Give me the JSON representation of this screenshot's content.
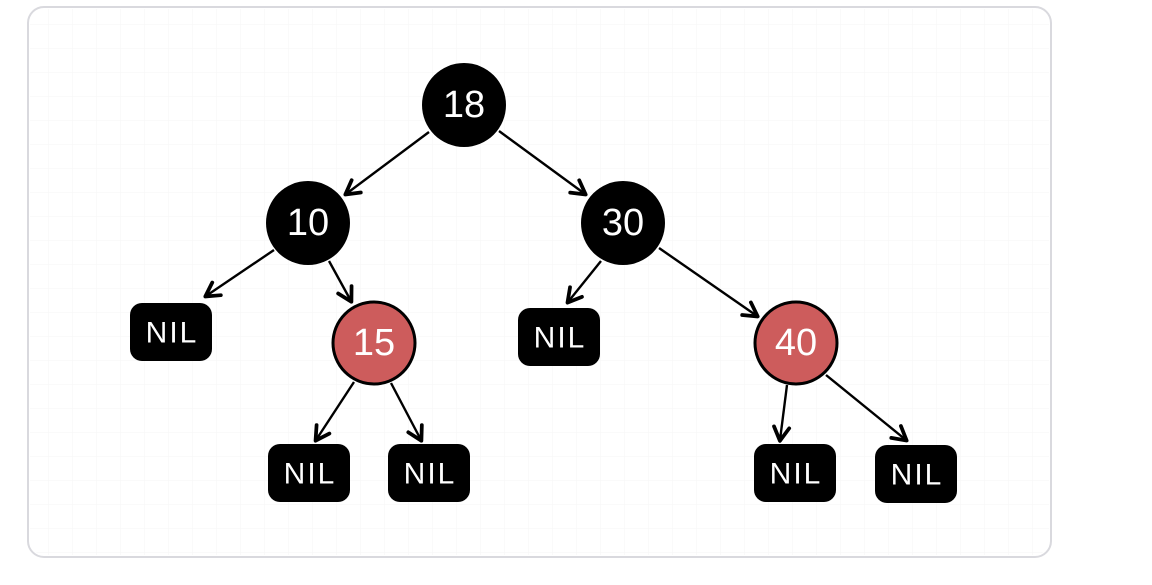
{
  "diagram": {
    "type": "red-black-tree",
    "nodes": {
      "n18": {
        "label": "18",
        "kind": "black"
      },
      "n10": {
        "label": "10",
        "kind": "black"
      },
      "n30": {
        "label": "30",
        "kind": "black"
      },
      "n15": {
        "label": "15",
        "kind": "red"
      },
      "n40": {
        "label": "40",
        "kind": "red"
      },
      "nil1": {
        "label": "NIL",
        "kind": "nil-leaf"
      },
      "nil2": {
        "label": "NIL",
        "kind": "nil-leaf"
      },
      "nil3": {
        "label": "NIL",
        "kind": "nil-leaf"
      },
      "nil4": {
        "label": "NIL",
        "kind": "nil-leaf"
      },
      "nil5": {
        "label": "NIL",
        "kind": "nil-leaf"
      },
      "nil6": {
        "label": "NIL",
        "kind": "nil-leaf"
      }
    },
    "edges": [
      {
        "from": "18",
        "to": "10"
      },
      {
        "from": "18",
        "to": "30"
      },
      {
        "from": "10",
        "to": "NIL"
      },
      {
        "from": "10",
        "to": "15"
      },
      {
        "from": "30",
        "to": "NIL"
      },
      {
        "from": "30",
        "to": "40"
      },
      {
        "from": "15",
        "to": "NIL"
      },
      {
        "from": "15",
        "to": "NIL"
      },
      {
        "from": "40",
        "to": "NIL"
      },
      {
        "from": "40",
        "to": "NIL"
      }
    ]
  },
  "palette": {
    "node_black": "#000000",
    "node_red": "#cd5c5c",
    "node_red_stroke": "#000000",
    "nil_fill": "#000000",
    "label_text": "#ffffff",
    "edge": "#000000",
    "card_bg": "#ffffff",
    "card_border": "#d9d9de",
    "page_bg": "#ffffff"
  }
}
